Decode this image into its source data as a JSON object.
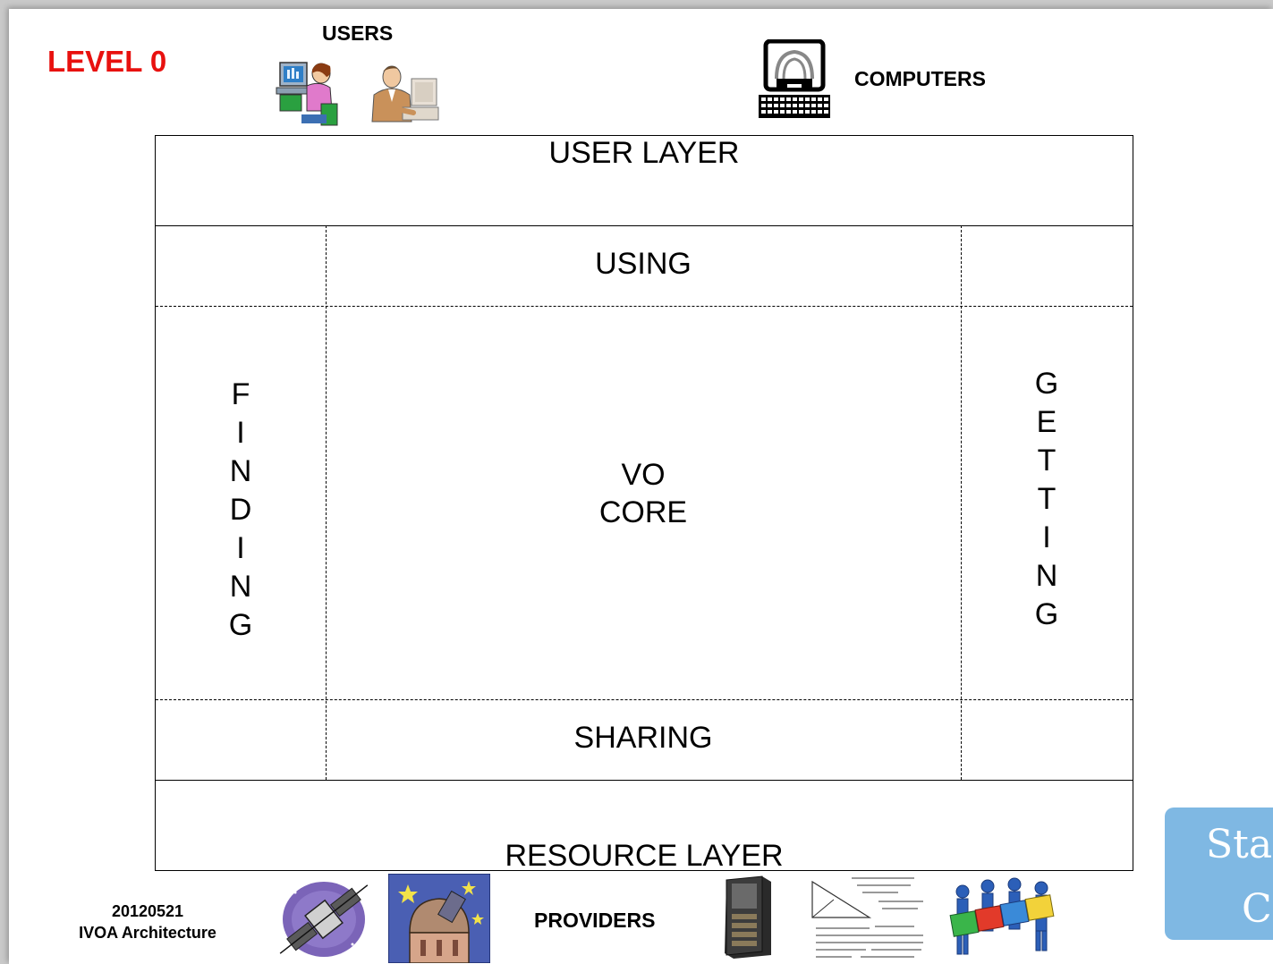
{
  "header": {
    "level_title": "LEVEL 0",
    "users_label": "USERS",
    "computers_label": "COMPUTERS"
  },
  "diagram": {
    "user_layer": "USER LAYER",
    "using": "USING",
    "core_line1": "VO",
    "core_line2": "CORE",
    "finding_letters": [
      "F",
      "I",
      "N",
      "D",
      "I",
      "N",
      "G"
    ],
    "getting_letters": [
      "G",
      "E",
      "T",
      "T",
      "I",
      "N",
      "G"
    ],
    "sharing": "SHARING",
    "resource_layer": "RESOURCE LAYER"
  },
  "footer": {
    "date": "20120521",
    "doc_title": "IVOA Architecture",
    "providers_label": "PROVIDERS"
  },
  "side_box": {
    "line1": "Stab",
    "line2": "C",
    "color": "#7fb8e3"
  },
  "icons": {
    "users": [
      "woman-at-computer-icon",
      "man-at-computer-icon"
    ],
    "computers": [
      "desktop-computer-icon"
    ],
    "providers": [
      "satellite-icon",
      "observatory-icon",
      "server-rack-icon",
      "math-formulas-icon",
      "team-puzzle-icon"
    ]
  },
  "colors": {
    "level_title": "#e8110f"
  }
}
